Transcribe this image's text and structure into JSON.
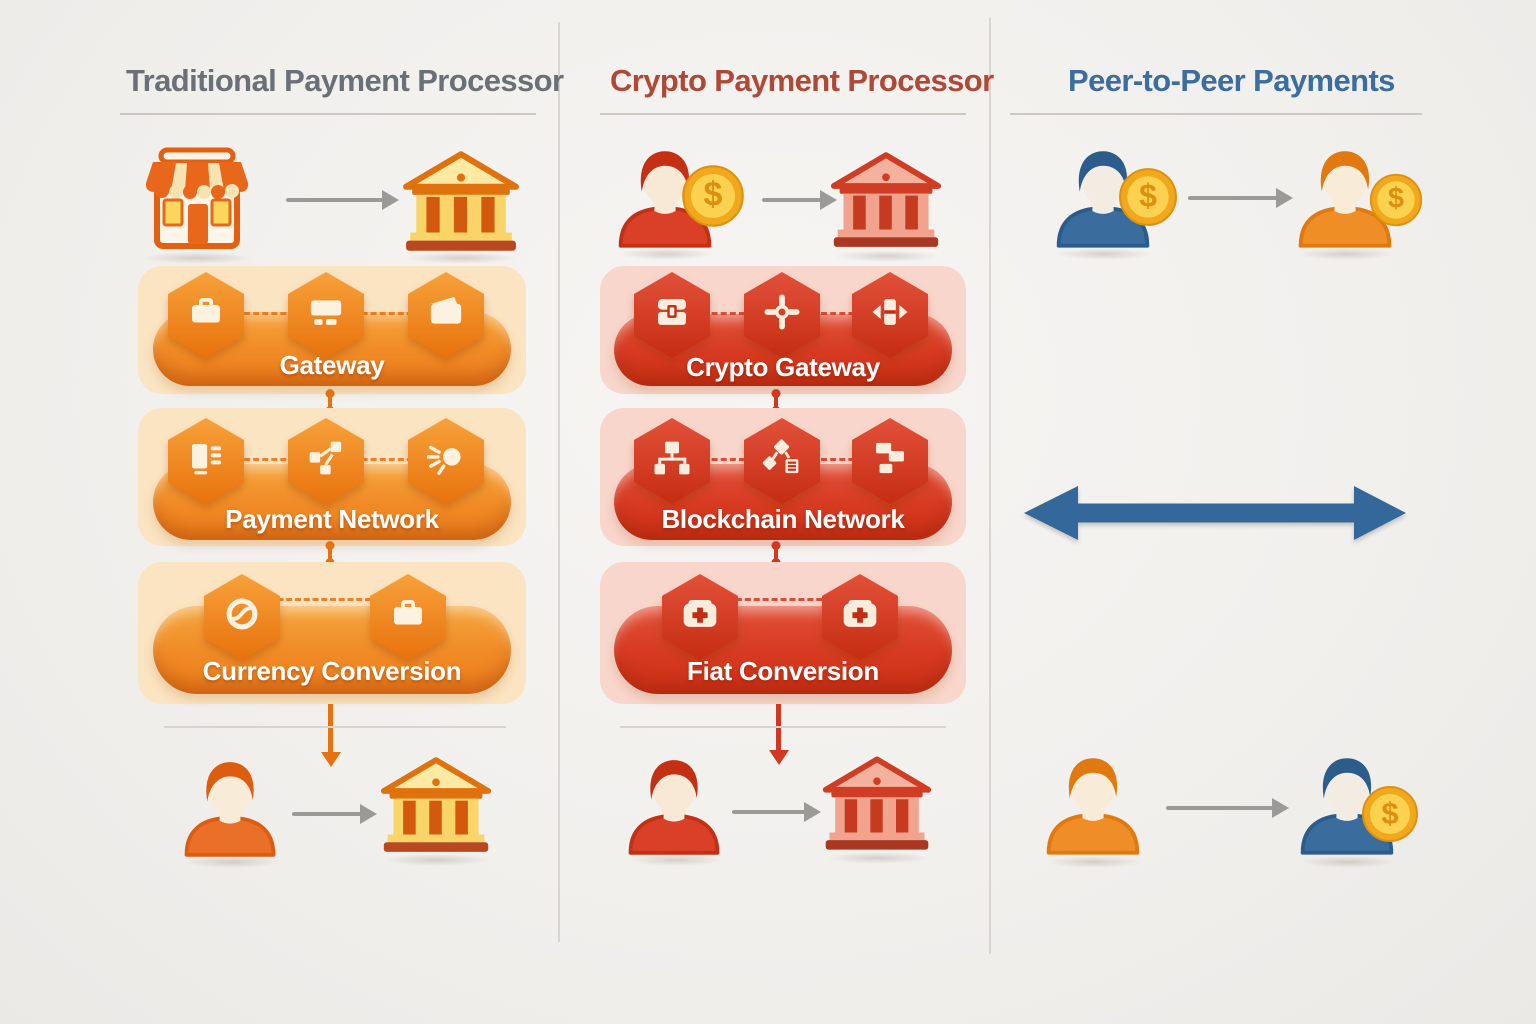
{
  "glyphs": {
    "dollar": "$"
  },
  "layout_colors": {
    "background": "#f2f0ed",
    "divider": "#d9d6d2",
    "flow_arrow_gray": "#9c9a97",
    "coin_gold": "#fbd24f"
  },
  "columns": [
    {
      "title": "Traditional Payment Processor",
      "title_color": "#6b7077",
      "accent": "#ee7f1d",
      "panel_bg": "#fbe4c1",
      "top_flow": {
        "from": "merchant-store",
        "to": "bank"
      },
      "stages": [
        {
          "label": "Gateway",
          "icons": [
            "briefcase-icon",
            "card-terminal-icon",
            "wallet-icon"
          ]
        },
        {
          "label": "Payment Network",
          "icons": [
            "ledger-icon",
            "network-nodes-icon",
            "coin-burst-icon"
          ]
        },
        {
          "label": "Currency Conversion",
          "icons": [
            "currency-exchange-icon",
            "briefcase-icon"
          ]
        }
      ],
      "bottom_flow": {
        "from": "customer",
        "to": "bank"
      }
    },
    {
      "title": "Crypto Payment Processor",
      "title_color": "#b04838",
      "accent": "#d63a21",
      "panel_bg": "#f8d6cb",
      "top_flow": {
        "from": "customer-with-coin",
        "to": "bank"
      },
      "stages": [
        {
          "label": "Crypto Gateway",
          "icons": [
            "vault-icon",
            "hub-cross-icon",
            "block-transfer-icon"
          ]
        },
        {
          "label": "Blockchain Network",
          "icons": [
            "linked-blocks-icon",
            "flow-chart-icon",
            "stacked-blocks-icon"
          ]
        },
        {
          "label": "Fiat Conversion",
          "icons": [
            "wallet-plus-icon",
            "wallet-plus-icon"
          ]
        }
      ],
      "bottom_flow": {
        "from": "customer",
        "to": "bank"
      }
    },
    {
      "title": "Peer-to-Peer Payments",
      "title_color": "#3b6d9e",
      "accent": "#34689b",
      "top_flow": {
        "from": "sender-with-coin",
        "to": "receiver-with-coin"
      },
      "middle_flow": "bidirectional-arrow",
      "bottom_flow": {
        "from": "sender",
        "to": "receiver-with-coin"
      }
    }
  ]
}
